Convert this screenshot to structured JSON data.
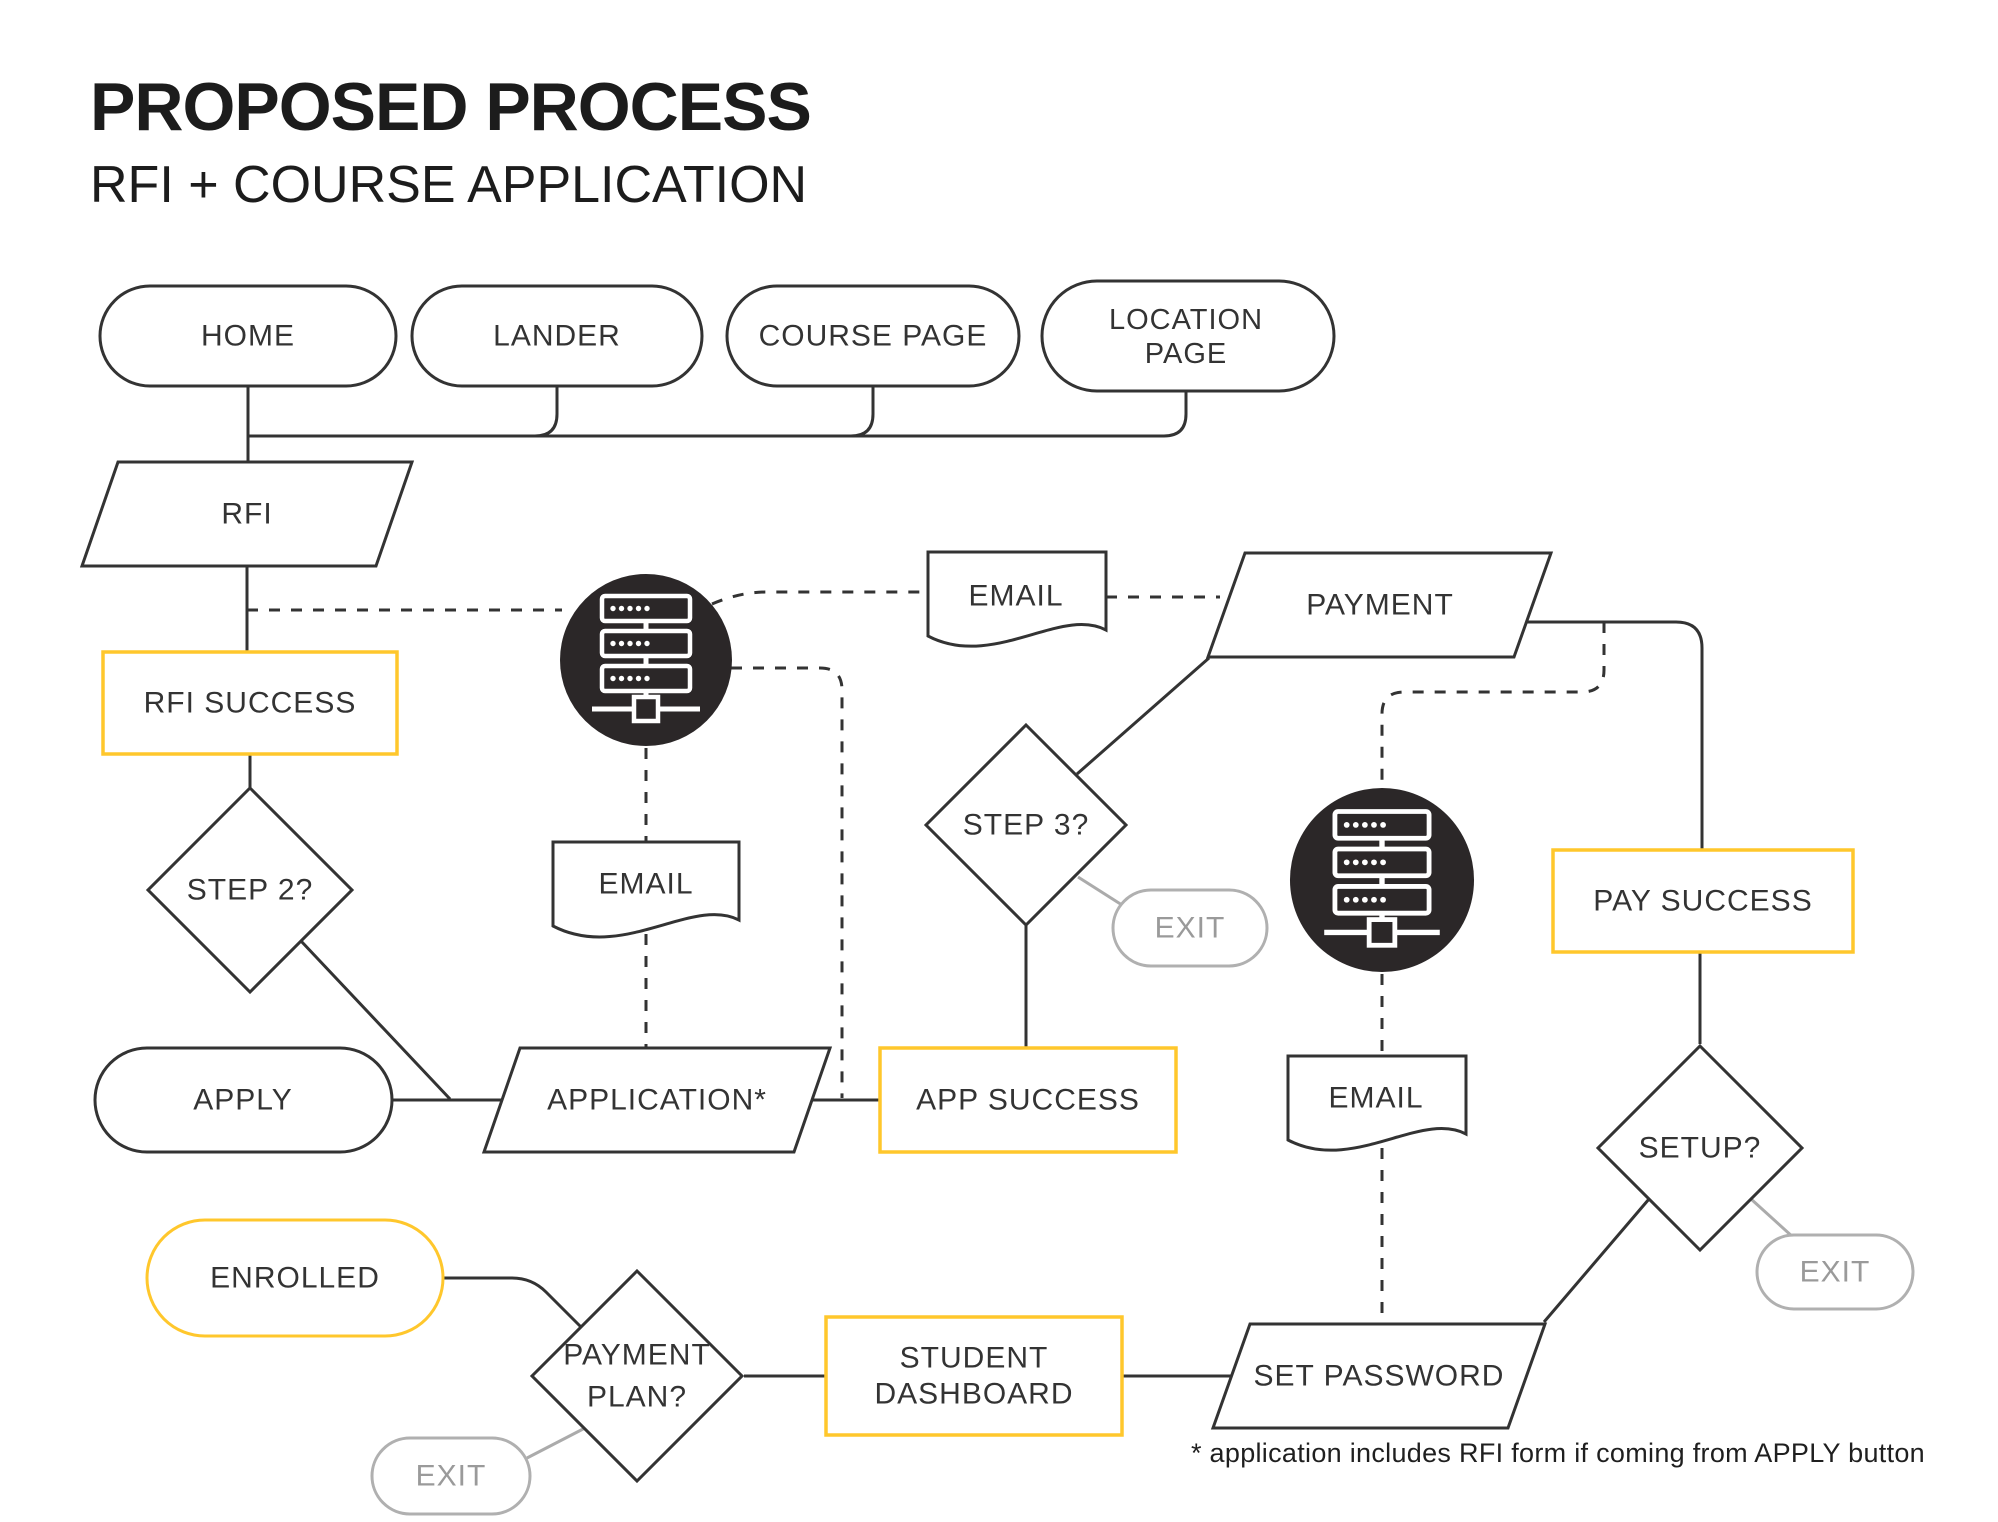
{
  "title": "PROPOSED PROCESS",
  "subtitle": "RFI + COURSE APPLICATION",
  "footnote": "* application includes RFI form if coming from APPLY button",
  "colors": {
    "ink": "#333333",
    "accent_yellow": "#FFC72C",
    "muted_gray": "#ABABAB",
    "server_dark": "#2B2728",
    "background": "#FFFFFF"
  },
  "nodes": {
    "home": {
      "label": "HOME",
      "type": "page"
    },
    "lander": {
      "label": "LANDER",
      "type": "page"
    },
    "course_page": {
      "label": "COURSE PAGE",
      "type": "page"
    },
    "location_page": {
      "label_line1": "LOCATION",
      "label_line2": "PAGE",
      "type": "page"
    },
    "rfi": {
      "label": "RFI",
      "type": "form"
    },
    "rfi_success": {
      "label": "RFI SUCCESS",
      "type": "success-highlight"
    },
    "step2": {
      "label": "STEP 2?",
      "type": "decision"
    },
    "apply": {
      "label": "APPLY",
      "type": "page"
    },
    "application": {
      "label": "APPLICATION*",
      "type": "form"
    },
    "app_success": {
      "label": "APP SUCCESS",
      "type": "success-highlight"
    },
    "email_rfi": {
      "label": "EMAIL",
      "type": "document"
    },
    "email_payment": {
      "label": "EMAIL",
      "type": "document"
    },
    "email_password": {
      "label": "EMAIL",
      "type": "document"
    },
    "server_rfi": {
      "type": "server-icon"
    },
    "server_payment": {
      "type": "server-icon"
    },
    "step3": {
      "label": "STEP 3?",
      "type": "decision"
    },
    "exit_step3": {
      "label": "EXIT",
      "type": "exit"
    },
    "payment": {
      "label": "PAYMENT",
      "type": "form"
    },
    "pay_success": {
      "label": "PAY SUCCESS",
      "type": "success-highlight"
    },
    "setup": {
      "label": "SETUP?",
      "type": "decision"
    },
    "exit_setup": {
      "label": "EXIT",
      "type": "exit"
    },
    "set_password": {
      "label": "SET PASSWORD",
      "type": "form"
    },
    "student_dashboard": {
      "label_line1": "STUDENT",
      "label_line2": "DASHBOARD",
      "type": "success-highlight"
    },
    "payment_plan": {
      "label_line1": "PAYMENT",
      "label_line2": "PLAN?",
      "type": "decision"
    },
    "exit_payment_plan": {
      "label": "EXIT",
      "type": "exit"
    },
    "enrolled": {
      "label": "ENROLLED",
      "type": "end-highlight"
    }
  }
}
